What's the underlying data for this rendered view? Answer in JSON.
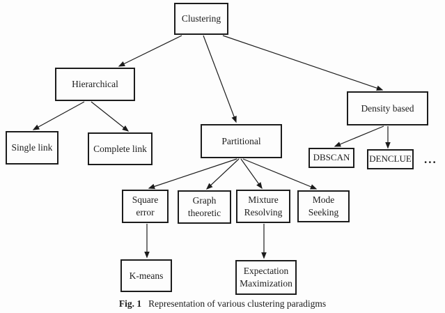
{
  "figure": {
    "caption_label": "Fig. 1",
    "caption_text": "Representation of various clustering paradigms",
    "ellipsis": "...",
    "colors": {
      "background": "#fdfdfd",
      "line": "#1c1c1c",
      "text": "#1c1c1c"
    }
  },
  "nodes": {
    "clustering": {
      "label": "Clustering"
    },
    "hierarchical": {
      "label": "Hierarchical"
    },
    "partitional": {
      "label": "Partitional"
    },
    "density_based": {
      "label": "Density based"
    },
    "single_link": {
      "label": "Single link"
    },
    "complete_link": {
      "label": "Complete link"
    },
    "dbscan": {
      "label": "DBSCAN"
    },
    "denclue": {
      "label": "DENCLUE"
    },
    "square_error": {
      "label": "Square error"
    },
    "graph_theoretic": {
      "label": "Graph theoretic"
    },
    "mixture_resolving": {
      "label": "Mixture Resolving"
    },
    "mode_seeking": {
      "label": "Mode Seeking"
    },
    "k_means": {
      "label": "K-means"
    },
    "expectation_maximization": {
      "label": "Expectation Maximization"
    }
  }
}
